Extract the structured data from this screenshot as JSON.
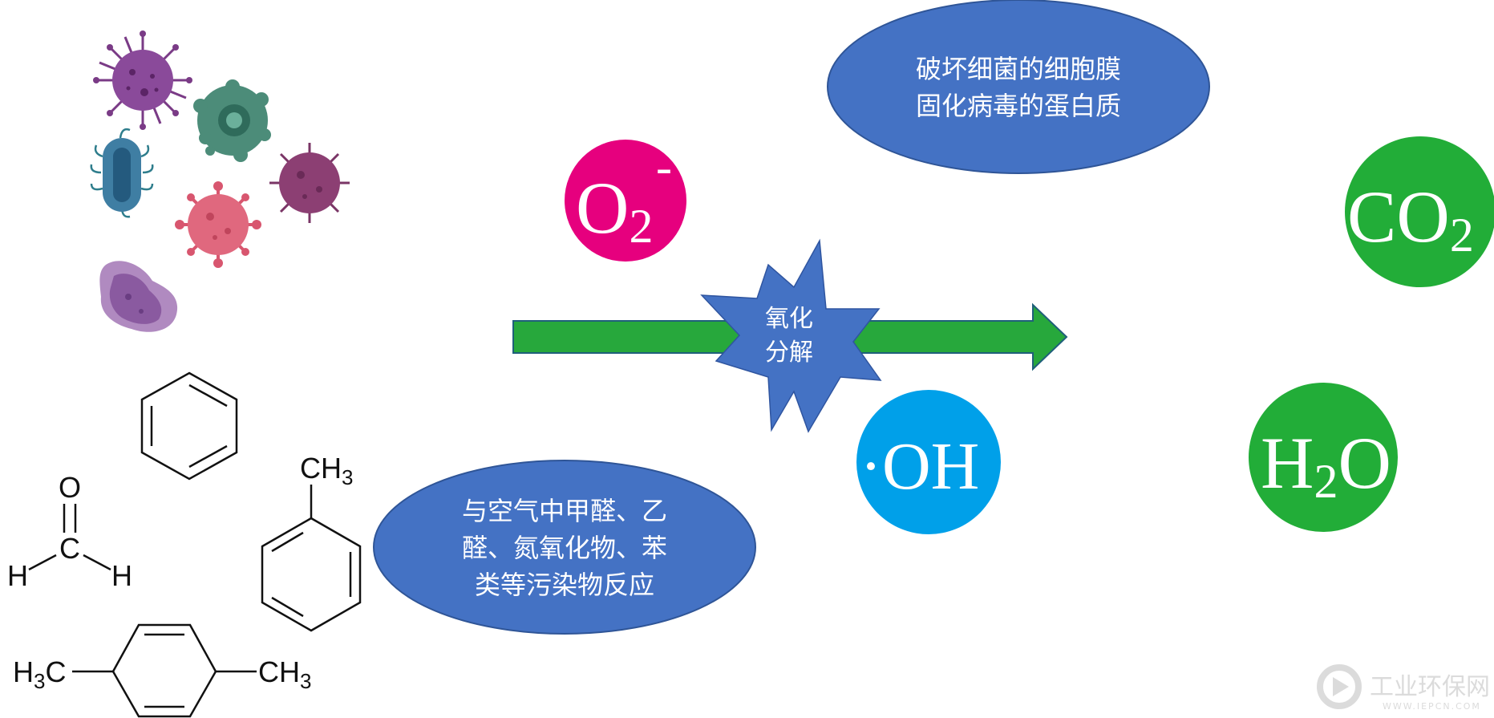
{
  "ellipse_top": {
    "line1": "破坏细菌的细胞膜",
    "line2": "固化病毒的蛋白质"
  },
  "ellipse_bottom": {
    "line1": "与空气中甲醛、乙",
    "line2": "醛、氮氧化物、苯",
    "line3": "类等污染物反应"
  },
  "starburst": {
    "line1": "氧化",
    "line2": "分解"
  },
  "superoxide": {
    "base": "O",
    "subscript": "2",
    "superscript": "-"
  },
  "hydroxyl": {
    "dot": "·",
    "text": "OH"
  },
  "carbon_dioxide": {
    "base": "CO",
    "subscript": "2"
  },
  "water": {
    "prefix": "H",
    "subscript": "2",
    "suffix": "O"
  },
  "formaldehyde": {
    "o": "O",
    "c": "C",
    "h_left": "H",
    "h_right": "H"
  },
  "toluene": {
    "ch3": "CH",
    "sub": "3"
  },
  "xylene": {
    "left": "H",
    "left_sub": "3",
    "left_c": "C",
    "right": "CH",
    "right_sub": "3"
  },
  "watermark": {
    "name": "工业环保网",
    "url": "WWW.IEPCN.COM"
  },
  "colors": {
    "ellipse_blue": "#4472C4",
    "arrow_green": "#27A83C",
    "superoxide_magenta": "#E6007E",
    "hydroxyl_blue": "#00A0E9",
    "product_green": "#22AD38"
  },
  "icons": [
    "virus-icon",
    "bacteria-icon",
    "benzene-ring-icon"
  ]
}
